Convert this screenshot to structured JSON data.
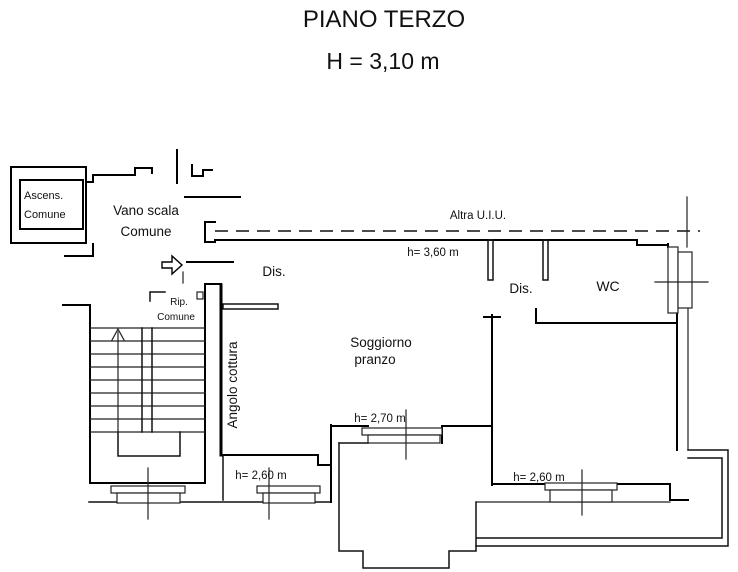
{
  "title": {
    "line1": "PIANO TERZO",
    "line2": "H = 3,10 m"
  },
  "floorplan": {
    "labels": {
      "ascensore_line1": "Ascens.",
      "ascensore_line2": "Comune",
      "vano_scala_line1": "Vano scala",
      "vano_scala_line2": "Comune",
      "rip_line1": "Rip.",
      "rip_line2": "Comune",
      "dis_1": "Dis.",
      "dis_2": "Dis.",
      "wc": "WC",
      "angolo_cottura": "Angolo cottura",
      "soggiorno_line1": "Soggiorno",
      "soggiorno_line2": "pranzo",
      "altra_uiu": "Altra U.I.U.",
      "h_360": "h= 3,60 m",
      "h_270": "h= 2,70 m",
      "h_260_left": "h= 2,60 m",
      "h_260_right": "h= 2,60 m"
    },
    "colors": {
      "line": "#000000",
      "background": "#ffffff",
      "text": "#111111"
    }
  }
}
